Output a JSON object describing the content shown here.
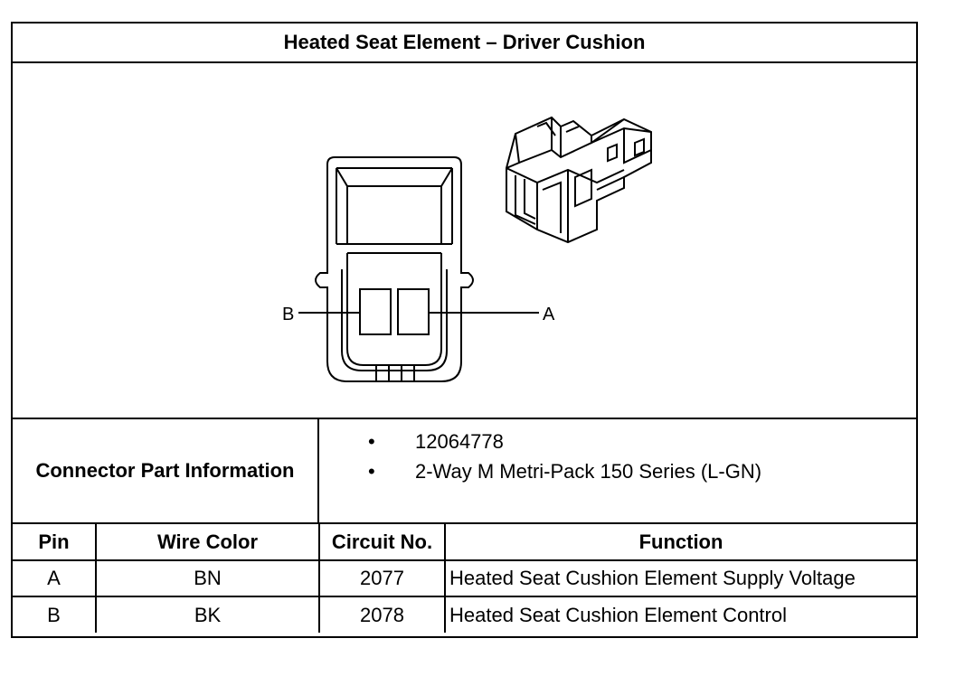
{
  "title": "Heated Seat Element – Driver Cushion",
  "diagram": {
    "label_b": "B",
    "label_a": "A"
  },
  "connector_info": {
    "label": "Connector Part Information",
    "items": [
      "12064778",
      "2-Way M Metri-Pack 150 Series (L-GN)"
    ],
    "bullet": "•"
  },
  "table": {
    "headers": [
      "Pin",
      "Wire Color",
      "Circuit No.",
      "Function"
    ],
    "rows": [
      {
        "pin": "A",
        "wire_color": "BN",
        "circuit": "2077",
        "function": "Heated Seat Cushion Element Supply Voltage"
      },
      {
        "pin": "B",
        "wire_color": "BK",
        "circuit": "2078",
        "function": "Heated Seat Cushion Element Control"
      }
    ]
  }
}
